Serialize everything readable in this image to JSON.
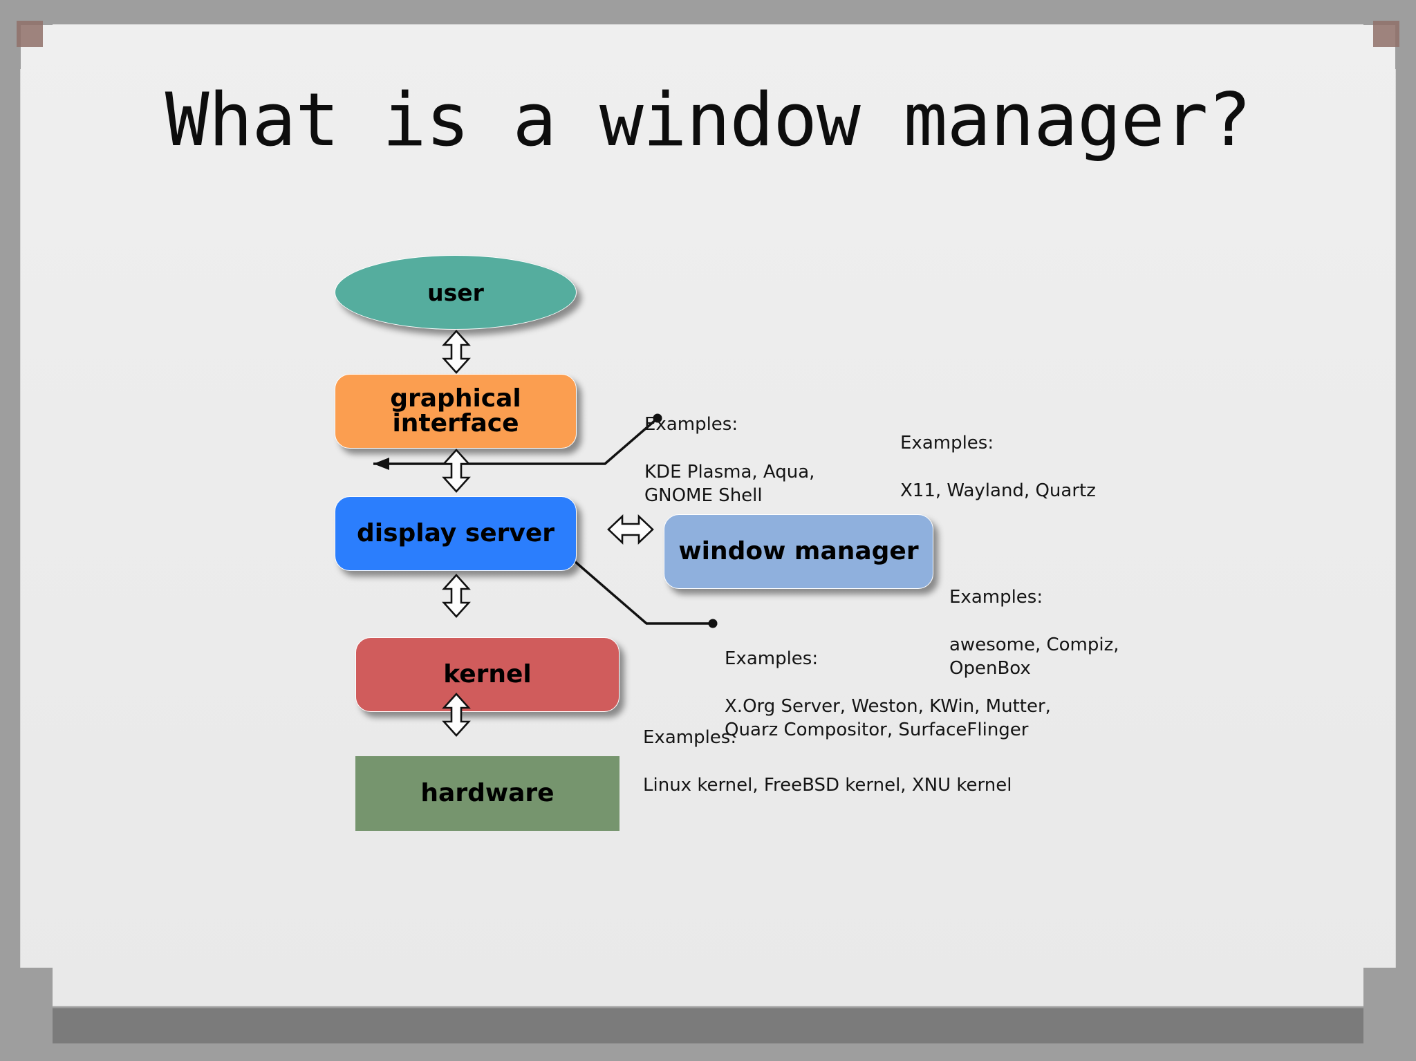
{
  "slide": {
    "title": "What is a window manager?"
  },
  "diagram": {
    "nodes": [
      {
        "id": "user",
        "label": "user",
        "color": "#55ad9e",
        "shape": "ellipse"
      },
      {
        "id": "gui",
        "label": "graphical interface",
        "color": "#fb9e50",
        "shape": "rounded-rect"
      },
      {
        "id": "dserver",
        "label": "display server",
        "color": "#2b7efd",
        "shape": "rounded-rect"
      },
      {
        "id": "wm",
        "label": "window manager",
        "color": "#8fb0dd",
        "shape": "rounded-rect"
      },
      {
        "id": "kernel",
        "label": "kernel",
        "color": "#d05c5c",
        "shape": "rounded-rect"
      },
      {
        "id": "hardware",
        "label": "hardware",
        "color": "#76956e",
        "shape": "rect"
      }
    ],
    "connectors": [
      {
        "from": "user",
        "to": "gui",
        "kind": "double-arrow-vertical"
      },
      {
        "from": "gui",
        "to": "dserver",
        "kind": "double-arrow-vertical"
      },
      {
        "from": "dserver",
        "to": "wm",
        "kind": "double-arrow-horizontal"
      },
      {
        "from": "dserver",
        "to": "kernel",
        "kind": "double-arrow-vertical"
      },
      {
        "from": "kernel",
        "to": "hardware",
        "kind": "double-arrow-vertical"
      }
    ],
    "notes": [
      {
        "id": "gui",
        "heading": "Examples:",
        "body": "KDE Plasma, Aqua,\nGNOME Shell",
        "target": "graphical interface"
      },
      {
        "id": "display-server-upper",
        "heading": "Examples:",
        "body": "X11, Wayland, Quartz",
        "target": "display server protocol"
      },
      {
        "id": "window-manager",
        "heading": "Examples:",
        "body": "awesome, Compiz,\nOpenBox",
        "target": "window manager"
      },
      {
        "id": "display-server",
        "heading": "Examples:",
        "body": "X.Org Server, Weston, KWin, Mutter,\nQuarz Compositor, SurfaceFlinger",
        "target": "display server"
      },
      {
        "id": "kernel",
        "heading": "Examples:",
        "body": "Linux kernel, FreeBSD kernel, XNU kernel",
        "target": "kernel"
      }
    ]
  },
  "colors": {
    "canvas_background": "#eeeeee",
    "app_background": "#9e9e9e",
    "footer_bar": "#7b7b7b",
    "handle": "#8f7068",
    "text": "#141414"
  }
}
